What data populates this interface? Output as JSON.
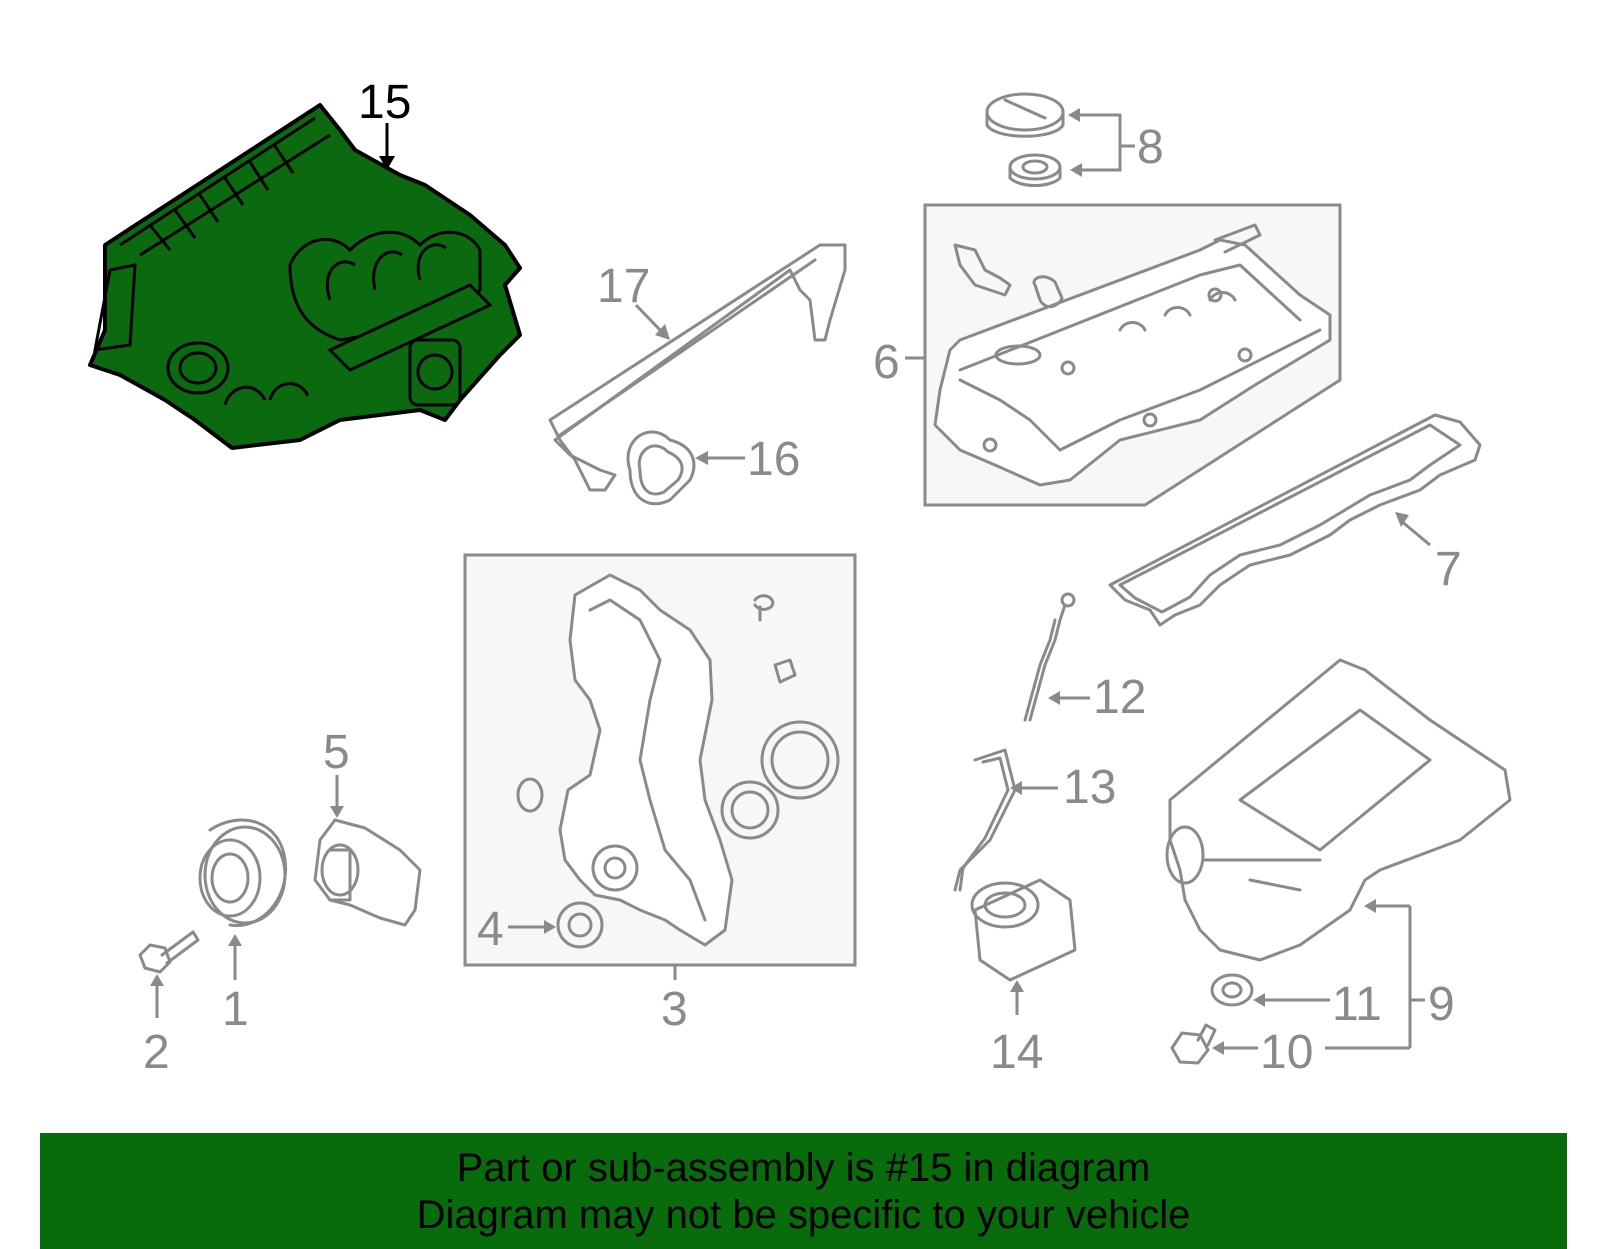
{
  "diagram": {
    "callouts": [
      {
        "id": "1",
        "label": "1"
      },
      {
        "id": "2",
        "label": "2"
      },
      {
        "id": "3",
        "label": "3"
      },
      {
        "id": "4",
        "label": "4"
      },
      {
        "id": "5",
        "label": "5"
      },
      {
        "id": "6",
        "label": "6"
      },
      {
        "id": "7",
        "label": "7"
      },
      {
        "id": "8",
        "label": "8"
      },
      {
        "id": "9",
        "label": "9"
      },
      {
        "id": "10",
        "label": "10"
      },
      {
        "id": "11",
        "label": "11"
      },
      {
        "id": "12",
        "label": "12"
      },
      {
        "id": "13",
        "label": "13"
      },
      {
        "id": "14",
        "label": "14"
      },
      {
        "id": "15",
        "label": "15",
        "highlighted": true
      },
      {
        "id": "16",
        "label": "16"
      },
      {
        "id": "17",
        "label": "17"
      }
    ],
    "highlight_color": "#086c0c",
    "line_color": "#8a8a8a"
  },
  "footer": {
    "line1": "Part or sub-assembly is #15 in diagram",
    "line2": "Diagram may not be specific to your vehicle",
    "background": "#086c0c"
  }
}
